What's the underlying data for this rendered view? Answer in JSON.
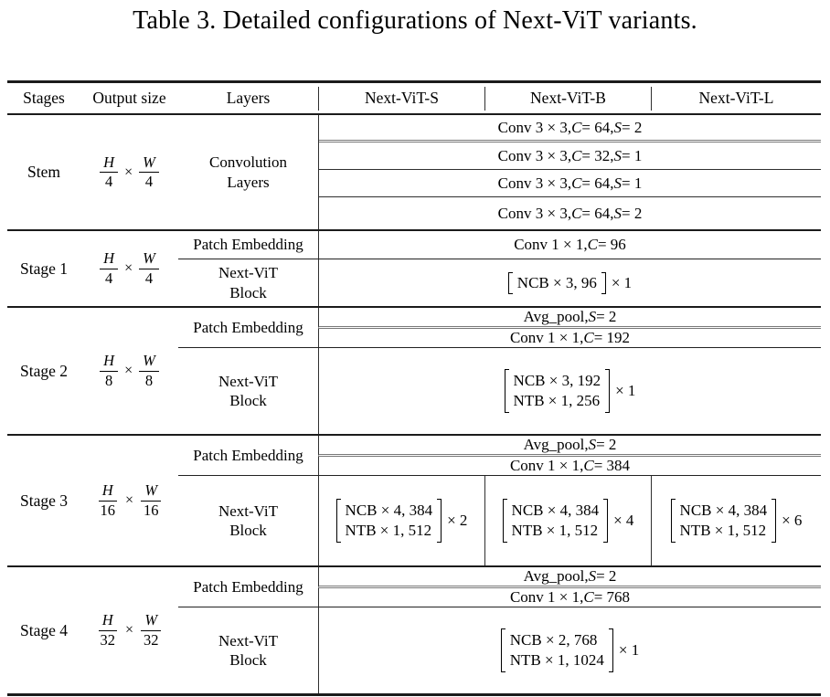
{
  "title": "Table 3. Detailed configurations of Next-ViT variants.",
  "header": {
    "stages": "Stages",
    "output_size": "Output size",
    "layers": "Layers",
    "variants": [
      "Next-ViT-S",
      "Next-ViT-B",
      "Next-ViT-L"
    ]
  },
  "stem": {
    "stage": "Stem",
    "output": {
      "n1": "H",
      "d1": "4",
      "times": "×",
      "n2": "W",
      "d2": "4"
    },
    "layers_label": [
      "Convolution",
      "Layers"
    ],
    "rows": [
      "Conv 3 × 3, C = 64, S = 2",
      "Conv 3 × 3, C = 32, S = 1",
      "Conv 3 × 3, C = 64, S = 1",
      "Conv 3 × 3, C = 64, S = 2"
    ]
  },
  "stage1": {
    "stage": "Stage 1",
    "output": {
      "n1": "H",
      "d1": "4",
      "times": "×",
      "n2": "W",
      "d2": "4"
    },
    "patch_embedding_label": "Patch Embedding",
    "patch_embedding": "Conv 1 × 1, C = 96",
    "block_label": [
      "Next-ViT",
      "Block"
    ],
    "block": {
      "lines": [
        "NCB × 3, 96"
      ],
      "mult": "× 1"
    }
  },
  "stage2": {
    "stage": "Stage 2",
    "output": {
      "n1": "H",
      "d1": "8",
      "times": "×",
      "n2": "W",
      "d2": "8"
    },
    "patch_embedding_label": "Patch Embedding",
    "pool": "Avg_pool, S = 2",
    "conv": "Conv 1 × 1, C = 192",
    "block_label": [
      "Next-ViT",
      "Block"
    ],
    "block": {
      "lines": [
        "NCB × 3, 192",
        "NTB × 1, 256"
      ],
      "mult": "× 1"
    }
  },
  "stage3": {
    "stage": "Stage 3",
    "output": {
      "n1": "H",
      "d1": "16",
      "times": "×",
      "n2": "W",
      "d2": "16"
    },
    "patch_embedding_label": "Patch Embedding",
    "pool": "Avg_pool, S = 2",
    "conv": "Conv 1 × 1, C = 384",
    "block_label": [
      "Next-ViT",
      "Block"
    ],
    "blocks": [
      {
        "lines": [
          "NCB × 4, 384",
          "NTB × 1, 512"
        ],
        "mult": "× 2"
      },
      {
        "lines": [
          "NCB × 4, 384",
          "NTB × 1, 512"
        ],
        "mult": "× 4"
      },
      {
        "lines": [
          "NCB × 4, 384",
          "NTB × 1, 512"
        ],
        "mult": "× 6"
      }
    ]
  },
  "stage4": {
    "stage": "Stage 4",
    "output": {
      "n1": "H",
      "d1": "32",
      "times": "×",
      "n2": "W",
      "d2": "32"
    },
    "patch_embedding_label": "Patch Embedding",
    "pool": "Avg_pool, S = 2",
    "conv": "Conv 1 × 1, C = 768",
    "block_label": [
      "Next-ViT",
      "Block"
    ],
    "block": {
      "lines": [
        "NCB × 2, 768",
        "NTB × 1, 1024"
      ],
      "mult": "× 1"
    }
  }
}
